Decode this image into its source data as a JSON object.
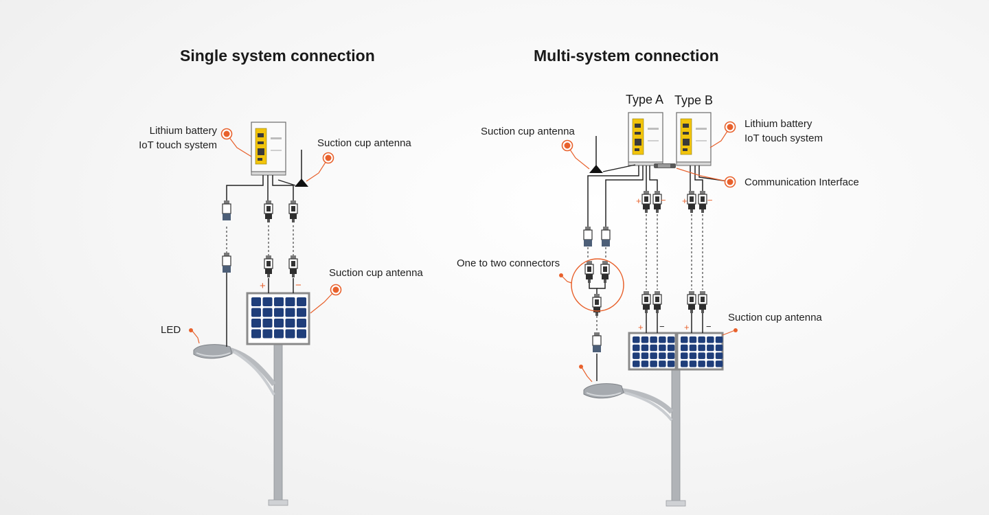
{
  "single": {
    "title": "Single system connection",
    "battery_label_line1": "Lithium battery",
    "battery_label_line2": "IoT touch system",
    "antenna_label": "Suction cup antenna",
    "panel_label": "Suction cup antenna",
    "led_label": "LED",
    "plus": "+",
    "minus": "−"
  },
  "multi": {
    "title": "Multi-system connection",
    "type_a": "Type A",
    "type_b": "Type B",
    "antenna_label": "Suction cup antenna",
    "battery_label_line1": "Lithium battery",
    "battery_label_line2": "IoT touch system",
    "comm_label": "Communication Interface",
    "connector_label": "One to two connectors",
    "panel_label": "Suction cup antenna",
    "plus": "+",
    "minus": "−"
  },
  "colors": {
    "marker": "#e8612c",
    "panel_cell": "#1f3e7a",
    "controller_yellow": "#f2c40c",
    "pole": "#a9acb0"
  }
}
